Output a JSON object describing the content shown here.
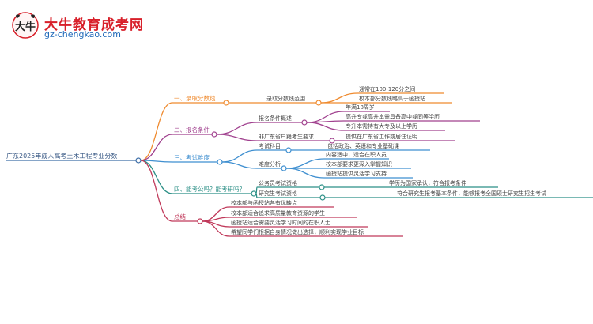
{
  "header": {
    "logo_text": "大牛",
    "title": "大牛教育成考网",
    "url": "gz-chengkao.com"
  },
  "mindmap": {
    "root": "广东2025年成人高考土木工程专业分数",
    "branches": [
      {
        "label": "一、录取分数线",
        "color": "#ef8a2e",
        "children": [
          {
            "label": "录取分数线范围",
            "children": [
              "通常在100-120分之间",
              "校本部分数线略高于函授站"
            ]
          }
        ]
      },
      {
        "label": "二、报名条件",
        "color": "#a0408e",
        "children": [
          {
            "label": "报名条件概述",
            "children": [
              "年满18周岁",
              "高升专或高升本需具备高中或同等学历",
              "专升本需持有大专及以上学历"
            ]
          },
          {
            "label": "非广东省户籍考生要求",
            "children": [
              "提供在广东省工作或居住证明"
            ]
          }
        ]
      },
      {
        "label": "三、考试难度",
        "color": "#3f8fd0",
        "children": [
          {
            "label": "考试科目",
            "children": [
              "包括政治、英语和专业基础课"
            ]
          },
          {
            "label": "难度分析",
            "children": [
              "内容适中，适合在职人员",
              "校本部要求更深入掌握知识",
              "函授站提供灵活学习支持"
            ]
          }
        ]
      },
      {
        "label": "四、能考公吗？能考研吗？",
        "color": "#2b8f86",
        "children": [
          {
            "label": "公务员考试资格",
            "children": [
              "学历为国家承认，符合报考条件"
            ]
          },
          {
            "label": "研究生考试资格",
            "children": [
              "符合研究生报考基本条件，能够报考全国硕士研究生招生考试"
            ]
          }
        ]
      },
      {
        "label": "总结",
        "color": "#c0395a",
        "children": [
          {
            "label": "校本部与函授站各有优缺点",
            "children": []
          },
          {
            "label": "校本部适合追求高质量教育资源的学生",
            "children": []
          },
          {
            "label": "函授站适合需要灵活学习时间的在职人士",
            "children": []
          },
          {
            "label": "希望同学们根据自身情况做出选择，顺利实现学业目标",
            "children": []
          }
        ]
      }
    ]
  }
}
